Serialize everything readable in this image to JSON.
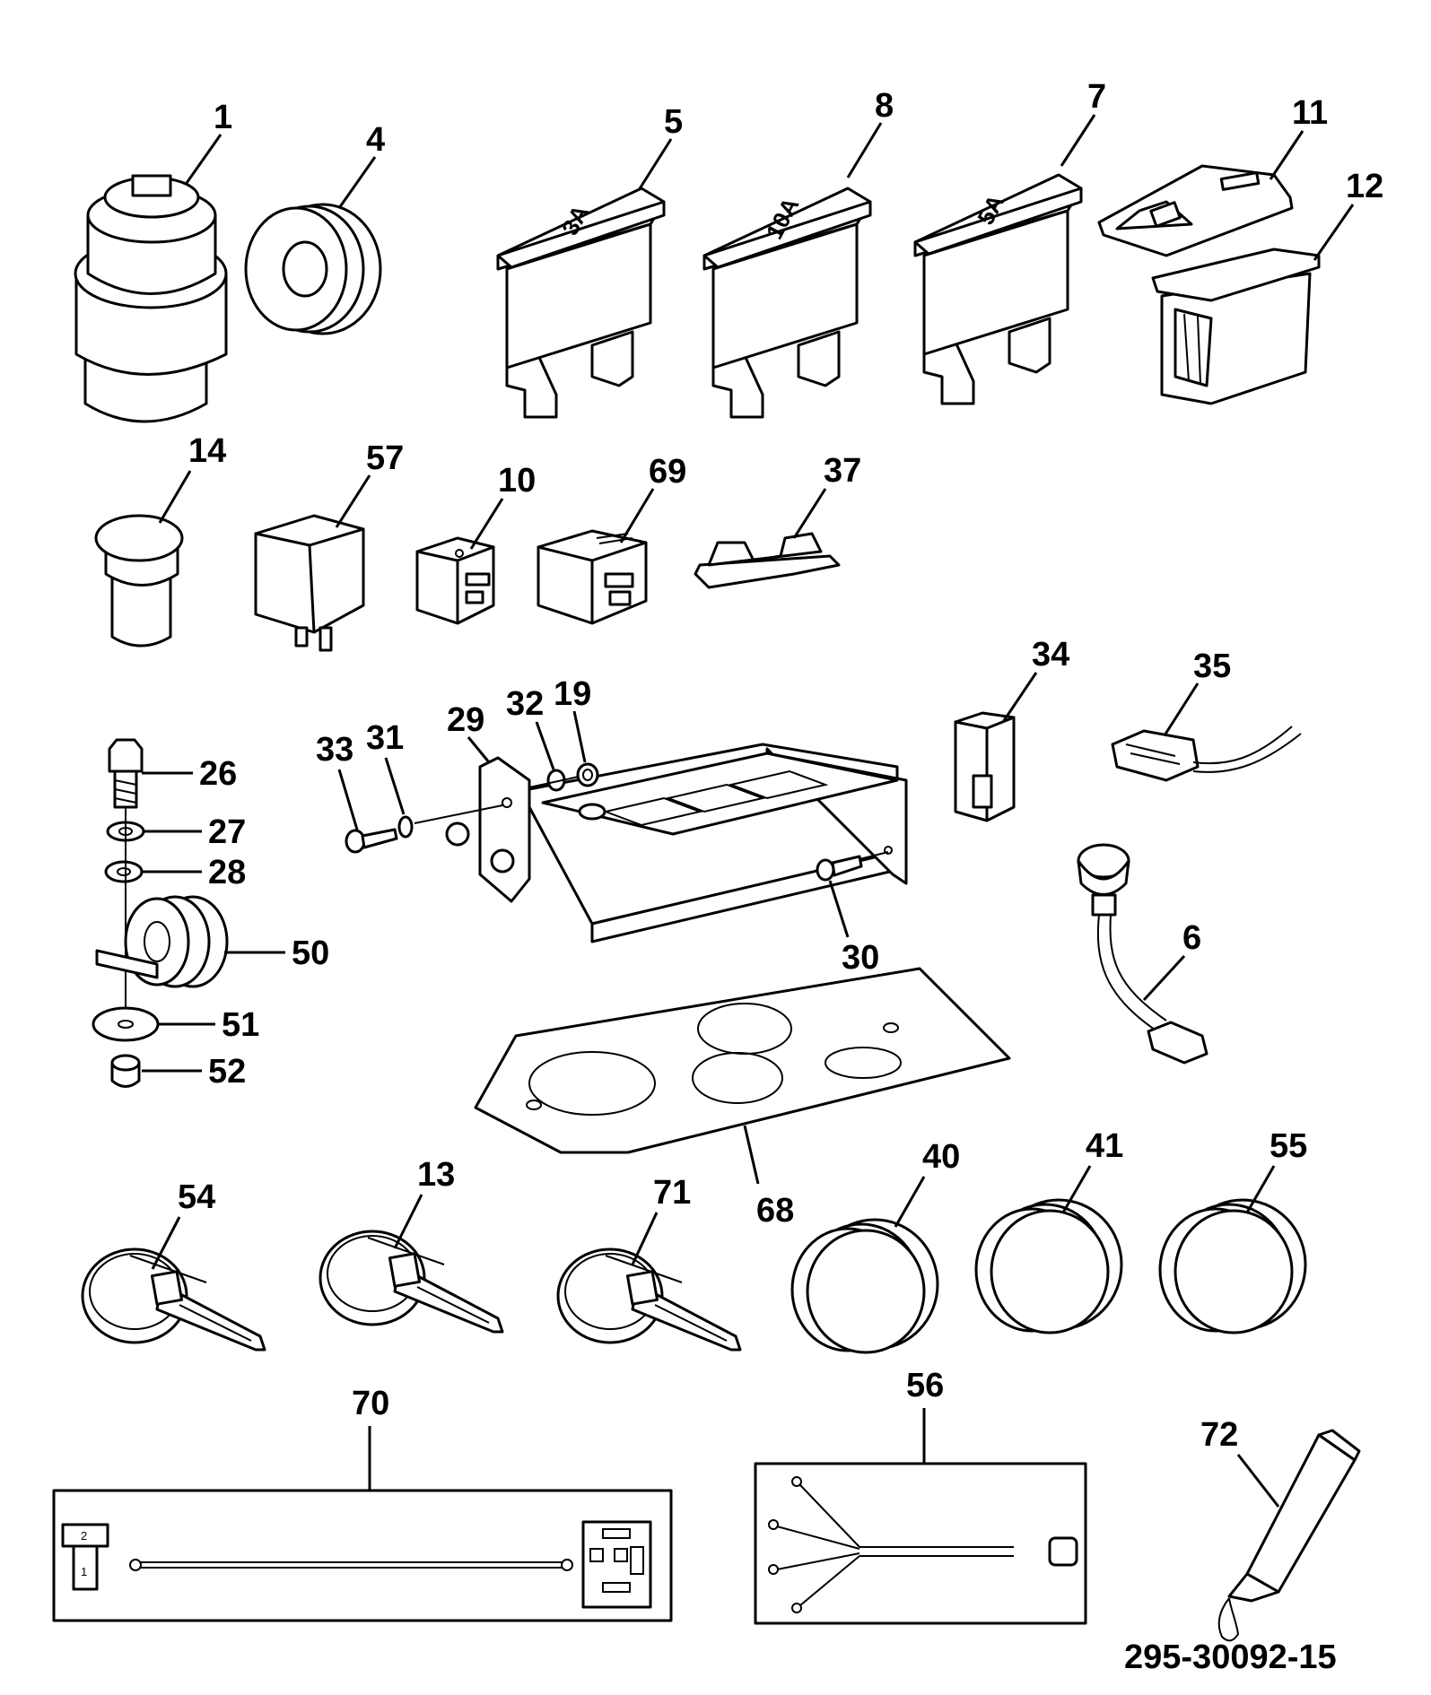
{
  "diagram": {
    "reference": "295-30092-15",
    "fuse_labels": {
      "fuse_5": "3A",
      "fuse_8": "10A",
      "fuse_7": "5A"
    },
    "harness_70_pins": [
      "2",
      "1"
    ],
    "callouts": {
      "c1": "1",
      "c4": "4",
      "c5": "5",
      "c8": "8",
      "c7": "7",
      "c11": "11",
      "c12": "12",
      "c14": "14",
      "c57": "57",
      "c10": "10",
      "c69": "69",
      "c37": "37",
      "c34": "34",
      "c35": "35",
      "c6": "6",
      "c26": "26",
      "c27": "27",
      "c28": "28",
      "c50": "50",
      "c51": "51",
      "c52": "52",
      "c33": "33",
      "c31": "31",
      "c29": "29",
      "c32": "32",
      "c19": "19",
      "c30": "30",
      "c68": "68",
      "c54": "54",
      "c13": "13",
      "c71": "71",
      "c40": "40",
      "c41": "41",
      "c55": "55",
      "c70": "70",
      "c56": "56",
      "c72": "72"
    }
  }
}
